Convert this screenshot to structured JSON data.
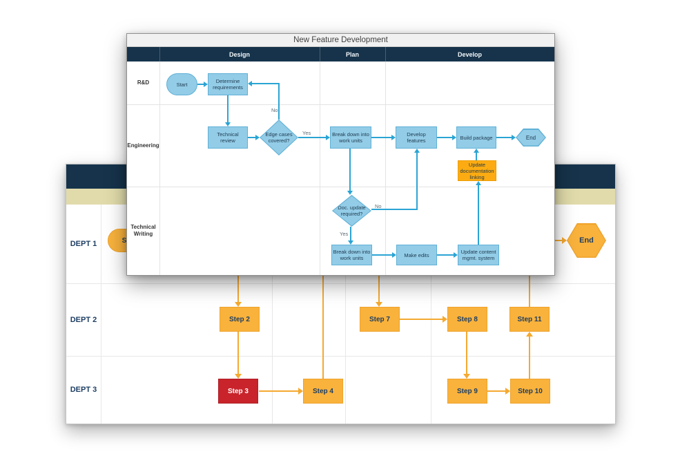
{
  "foreground": {
    "title": "New Feature Development",
    "columns": {
      "design": "Design",
      "plan": "Plan",
      "develop": "Develop"
    },
    "lanes": {
      "rnd": "R&D",
      "eng": "Engineering",
      "tw": "Technical Writing"
    },
    "nodes": {
      "start": "Start",
      "determine": "Determine requirements",
      "tech_review": "Technical review",
      "edge_cases": "Edge cases covered?",
      "breakdown_eng": "Break down into work units",
      "develop_features": "Develop features",
      "build_package": "Build package",
      "end": "End",
      "update_doc": "Update documentation linking",
      "doc_update": "Doc. update required?",
      "breakdown_tw": "Break down into work units",
      "make_edits": "Make edits",
      "update_cms": "Update content mgmt. system"
    },
    "edge_labels": {
      "no_top": "No",
      "yes_top": "Yes",
      "no_mid": "No",
      "yes_mid": "Yes"
    },
    "edges": [
      {
        "from": "Start",
        "to": "Determine requirements"
      },
      {
        "from": "Determine requirements",
        "to": "Technical review"
      },
      {
        "from": "Technical review",
        "to": "Edge cases covered?"
      },
      {
        "from": "Edge cases covered?",
        "to": "Break down into work units",
        "label": "Yes"
      },
      {
        "from": "Edge cases covered?",
        "to": "Determine requirements",
        "label": "No"
      },
      {
        "from": "Break down into work units",
        "to": "Develop features"
      },
      {
        "from": "Break down into work units",
        "to": "Doc. update required?"
      },
      {
        "from": "Doc. update required?",
        "to": "Develop features",
        "label": "No"
      },
      {
        "from": "Doc. update required?",
        "to": "Break down into work units",
        "label": "Yes"
      },
      {
        "from": "Break down into work units",
        "to": "Make edits"
      },
      {
        "from": "Make edits",
        "to": "Update content mgmt. system"
      },
      {
        "from": "Update content mgmt. system",
        "to": "Update documentation linking"
      },
      {
        "from": "Update documentation linking",
        "to": "Build package"
      },
      {
        "from": "Develop features",
        "to": "Build package"
      },
      {
        "from": "Build package",
        "to": "End"
      }
    ]
  },
  "background": {
    "lanes": {
      "dept1": "DEPT 1",
      "dept2": "DEPT 2",
      "dept3": "DEPT 3"
    },
    "nodes": {
      "start": "Start",
      "step2": "Step 2",
      "step3": "Step 3",
      "step4": "Step 4",
      "step7": "Step 7",
      "step8": "Step 8",
      "step9": "Step 9",
      "step10": "Step 10",
      "step11": "Step 11",
      "end": "End"
    },
    "edges": [
      {
        "from": "Step 2",
        "to": "Step 3"
      },
      {
        "from": "Step 3",
        "to": "Step 4"
      },
      {
        "from": "Step 7",
        "to": "Step 8"
      },
      {
        "from": "Step 8",
        "to": "Step 9"
      },
      {
        "from": "Step 9",
        "to": "Step 10"
      },
      {
        "from": "Step 10",
        "to": "Step 11"
      }
    ]
  },
  "colors": {
    "navy": "#16334B",
    "tan": "#E1DBAB",
    "blue_fill": "#93CCE7",
    "blue_border": "#5FB0D6",
    "blue_arrow": "#2AA4D4",
    "orange_fill": "#F9B23C",
    "orange_arrow": "#F5A930",
    "highlight_orange": "#FCAC12",
    "red": "#C9242B"
  }
}
